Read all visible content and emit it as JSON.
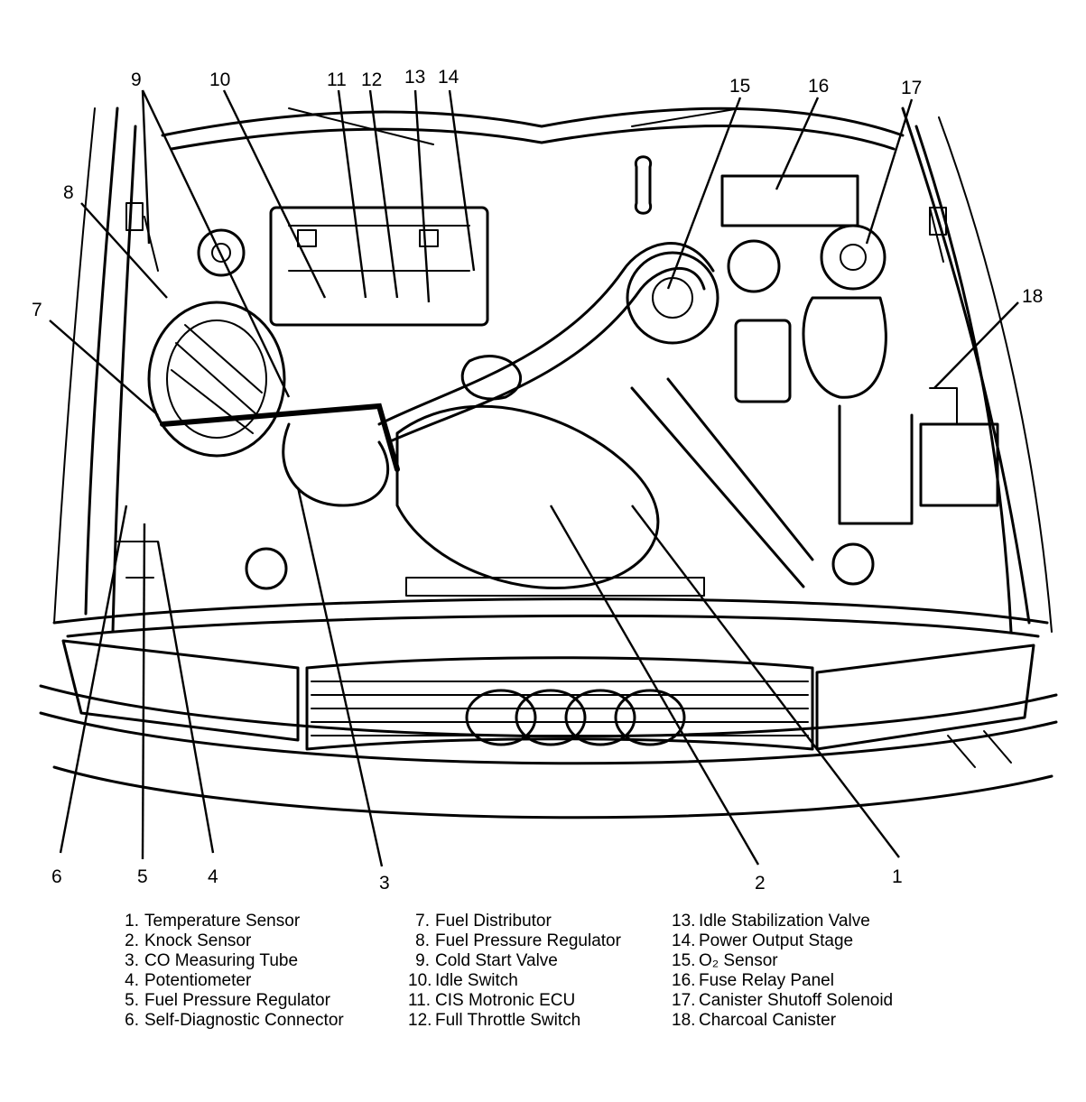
{
  "callouts": [
    "1",
    "2",
    "3",
    "4",
    "5",
    "6",
    "7",
    "8",
    "9",
    "10",
    "11",
    "12",
    "13",
    "14",
    "15",
    "16",
    "17",
    "18"
  ],
  "legend": [
    {
      "num": "1.",
      "label": "Temperature Sensor"
    },
    {
      "num": "2.",
      "label": "Knock Sensor"
    },
    {
      "num": "3.",
      "label": "CO Measuring Tube"
    },
    {
      "num": "4.",
      "label": "Potentiometer"
    },
    {
      "num": "5.",
      "label": "Fuel Pressure Regulator"
    },
    {
      "num": "6.",
      "label": "Self-Diagnostic Connector"
    },
    {
      "num": "7.",
      "label": "Fuel Distributor"
    },
    {
      "num": "8.",
      "label": "Fuel Pressure Regulator"
    },
    {
      "num": "9.",
      "label": "Cold Start Valve"
    },
    {
      "num": "10.",
      "label": "Idle Switch"
    },
    {
      "num": "11.",
      "label": "CIS Motronic ECU"
    },
    {
      "num": "12.",
      "label": "Full Throttle Switch"
    },
    {
      "num": "13.",
      "label": "Idle Stabilization Valve"
    },
    {
      "num": "14.",
      "label": "Power Output Stage"
    },
    {
      "num": "15.",
      "label": "O₂ Sensor"
    },
    {
      "num": "16.",
      "label": "Fuse Relay Panel"
    },
    {
      "num": "17.",
      "label": "Canister Shutoff Solenoid"
    },
    {
      "num": "18.",
      "label": "Charcoal Canister"
    }
  ]
}
